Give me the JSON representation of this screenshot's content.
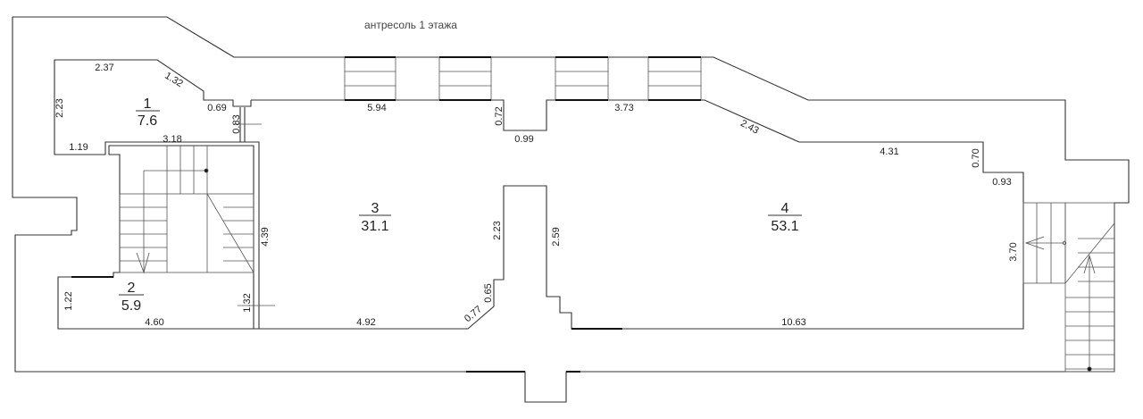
{
  "title": "антресоль 1 этажа",
  "rooms": [
    {
      "number": "1",
      "area": "7.6"
    },
    {
      "number": "2",
      "area": "5.9"
    },
    {
      "number": "3",
      "area": "31.1"
    },
    {
      "number": "4",
      "area": "53.1"
    }
  ],
  "dimensions": {
    "r1_top": "2.37",
    "r1_diag": "1.32",
    "r1_left": "2.23",
    "r1_notch": "0.69",
    "r1_door": "0.83",
    "r1_bottom": "1.19",
    "stair_top": "3.18",
    "r3_top": "5.94",
    "niche_depth": "0.72",
    "niche_width": "0.99",
    "r4_top": "3.73",
    "r4_diag": "2.43",
    "r4_top2": "4.31",
    "r4_step": "0.70",
    "r4_step_w": "0.93",
    "r3_column": "2.23",
    "r4_column": "2.59",
    "stair_height": "4.39",
    "r4_right": "3.70",
    "r2_left": "1.22",
    "r2_door": "1.32",
    "col_step": "0.65",
    "col_diag": "0.77",
    "r3_bottom": "4.92",
    "r2_bottom": "4.60",
    "r4_bottom": "10.63"
  }
}
